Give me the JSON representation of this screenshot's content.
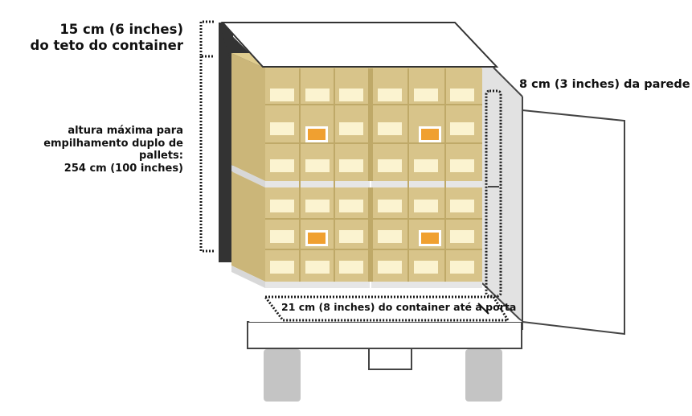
{
  "diagram": {
    "title": "Container loading clearances",
    "labels": {
      "ceiling_clearance_line1": "15 cm (6 inches)",
      "ceiling_clearance_line2": "do teto do container",
      "max_height_line1": "altura máxima para",
      "max_height_line2": "empilhamento duplo de pallets:",
      "max_height_line3": "254 cm (100 inches)",
      "wall_clearance": "8 cm (3 inches) da parede",
      "door_clearance": "21 cm (8 inches) do container até a porta"
    },
    "colors": {
      "box_tan": "#d8c48a",
      "box_dark": "#bfa968",
      "container_wall": "#333333",
      "container_side": "#e2e2e2",
      "pallet": "#e6e6e6",
      "wheel": "#c4c4c4",
      "barcode": "#f0a030",
      "dotted_line": "#1a1a1a"
    },
    "structure": {
      "pallet_stacks": 2,
      "pallets_per_stack": 2,
      "boxes_per_pallet_face": "3x3",
      "barcode_boxes": 4
    }
  }
}
